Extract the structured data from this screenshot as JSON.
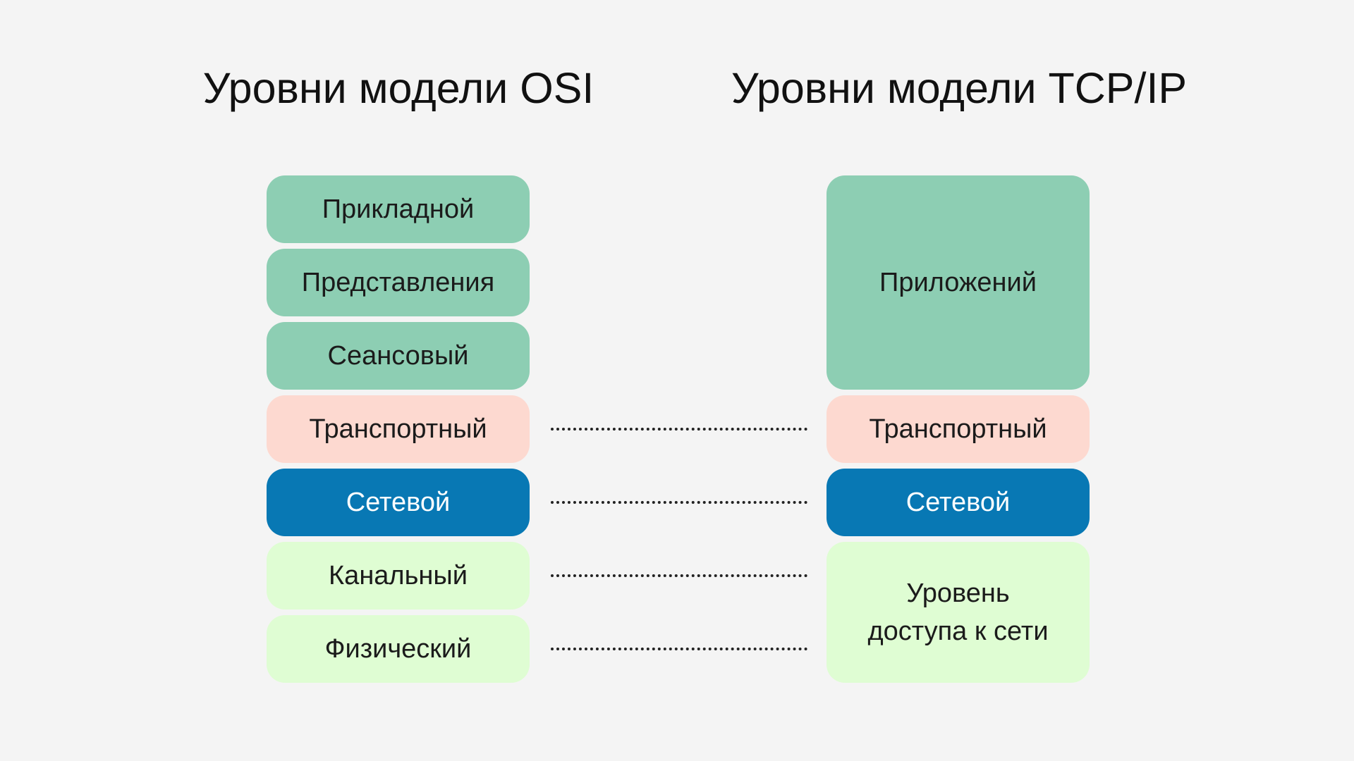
{
  "titles": {
    "osi": "Уровни модели OSI",
    "tcp": "Уровни модели TCP/IP"
  },
  "osi_layers": [
    {
      "label": "Прикладной",
      "color": "#8dceb3",
      "text_color": "#1b1b1b"
    },
    {
      "label": "Представления",
      "color": "#8dceb3",
      "text_color": "#1b1b1b"
    },
    {
      "label": "Сеансовый",
      "color": "#8dceb3",
      "text_color": "#1b1b1b"
    },
    {
      "label": "Транспортный",
      "color": "#fdd9d0",
      "text_color": "#1b1b1b"
    },
    {
      "label": "Сетевой",
      "color": "#0878b4",
      "text_color": "#ffffff"
    },
    {
      "label": "Канальный",
      "color": "#dffdd3",
      "text_color": "#1b1b1b"
    },
    {
      "label": "Физический",
      "color": "#dffdd3",
      "text_color": "#1b1b1b"
    }
  ],
  "tcp_layers": [
    {
      "label": "Приложений",
      "color": "#8dceb3",
      "text_color": "#1b1b1b",
      "spans_osi_layers": 3
    },
    {
      "label": "Транспортный",
      "color": "#fdd9d0",
      "text_color": "#1b1b1b",
      "spans_osi_layers": 1
    },
    {
      "label": "Сетевой",
      "color": "#0878b4",
      "text_color": "#ffffff",
      "spans_osi_layers": 1
    },
    {
      "label": "Уровень доступа к сети",
      "label_lines": [
        "Уровень",
        "доступа к сети"
      ],
      "color": "#dffdd3",
      "text_color": "#1b1b1b",
      "spans_osi_layers": 2
    }
  ],
  "connectors": {
    "style": "dotted",
    "color": "#222222",
    "osi_layers_connected": [
      "Транспортный",
      "Сетевой",
      "Канальный",
      "Физический"
    ]
  }
}
